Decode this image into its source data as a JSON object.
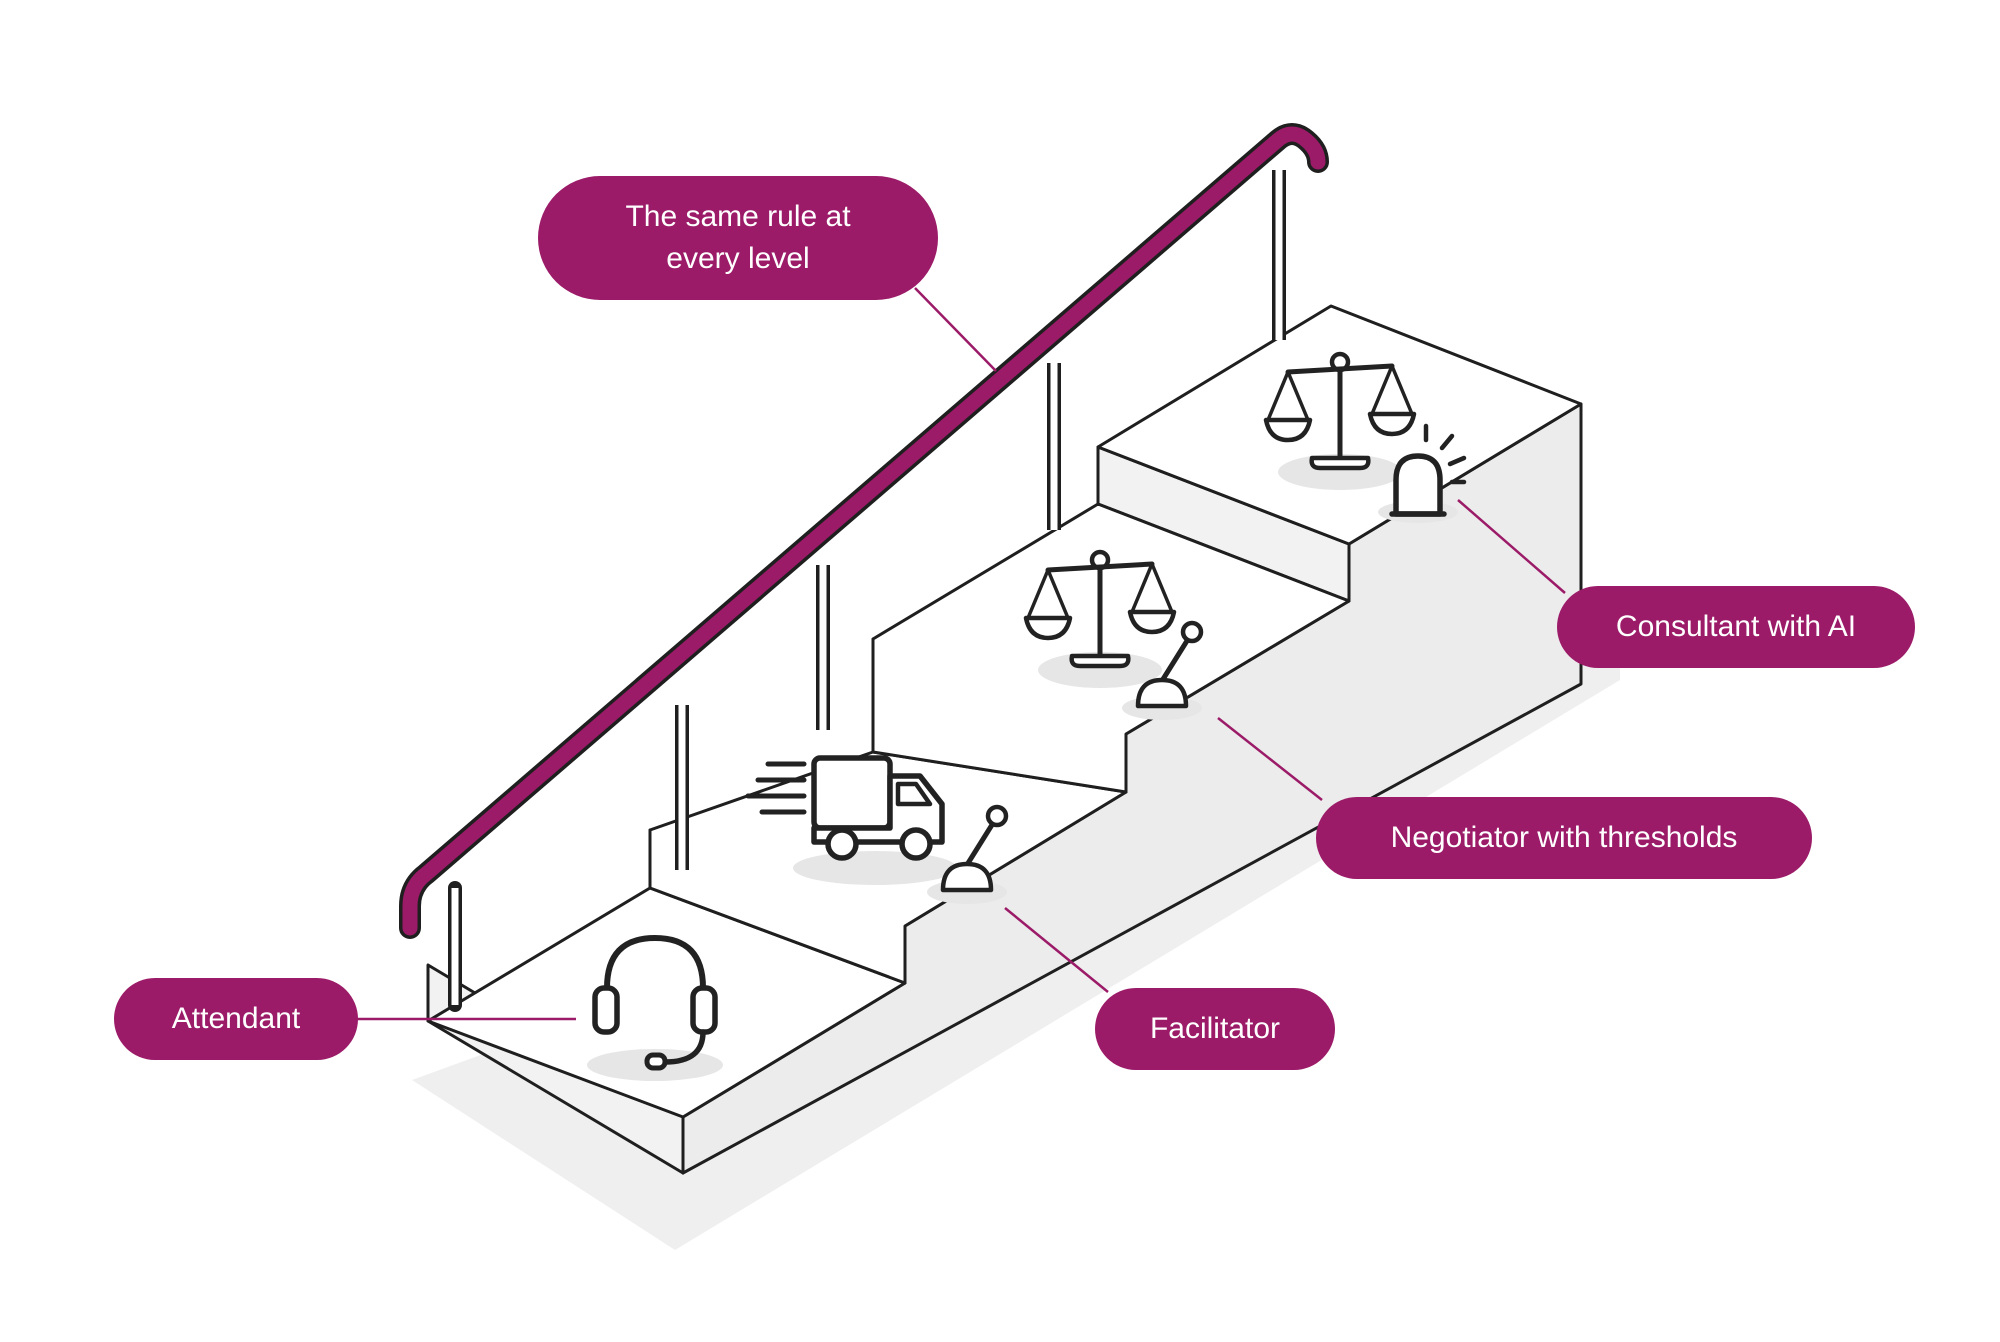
{
  "colors": {
    "accent": "#9b1b68",
    "stroke": "#1f1f1f",
    "face": "#ffffff",
    "side": "#ededed",
    "shadow": "#e6e6e6"
  },
  "rail_label": {
    "lines": [
      "The same rule at",
      "every level"
    ]
  },
  "steps": [
    {
      "label": "Attendant",
      "icons": [
        "headset-icon"
      ]
    },
    {
      "label": "Facilitator",
      "icons": [
        "truck-icon",
        "lever-icon"
      ]
    },
    {
      "label": "Negotiator with thresholds",
      "icons": [
        "scales-icon",
        "lever-icon"
      ]
    },
    {
      "label": "Consultant with AI",
      "icons": [
        "scales-icon",
        "alarm-light-icon"
      ]
    }
  ]
}
